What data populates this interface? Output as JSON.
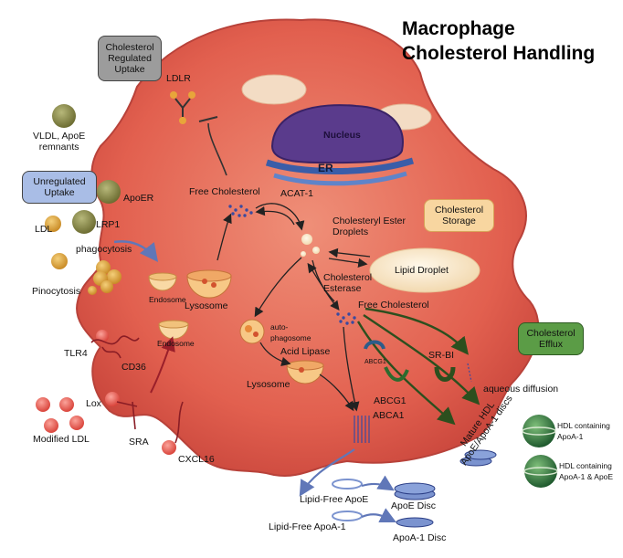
{
  "title_line1": "Macrophage",
  "title_line2": "Cholesterol Handling",
  "boxes": {
    "regulated": [
      "Cholesterol",
      "Regulated",
      "Uptake"
    ],
    "unregulated": [
      "Unregulated",
      "Uptake"
    ],
    "storage": [
      "Cholesterol",
      "Storage"
    ],
    "efflux": [
      "Cholesterol",
      "Efflux"
    ]
  },
  "colors": {
    "cell": "#d9584b",
    "cell_inner": "#e67a68",
    "nucleus": "#5c3a8a",
    "er": "#3c5fa8",
    "regulated_box": "#9c9c9c",
    "unregulated_box": "#a9bde6",
    "storage_box": "#f8d6a0",
    "efflux_box": "#5b9c46",
    "hdl": "#2f6b3c"
  },
  "labels": {
    "ldlr": "LDLR",
    "vldl": [
      "VLDL, ApoE",
      "remnants"
    ],
    "apoer": "ApoER",
    "ldl": "LDL",
    "lrp1": "LRP1",
    "phagocytosis": "phagocytosis",
    "pinocytosis": "Pinocytosis",
    "tlr4": "TLR4",
    "cd36": "CD36",
    "lox": "Lox",
    "modified_ldl": "Modified LDL",
    "sra": "SRA",
    "cxcl16": "CXCL16",
    "nucleus": "Nucleus",
    "er": "ER",
    "free_cholesterol_top": "Free Cholesterol",
    "acat1": "ACAT-1",
    "ester_droplets": [
      "Cholesteryl Ester",
      "Droplets"
    ],
    "lipid_droplet": "Lipid Droplet",
    "chol_esterase": [
      "Cholesterol",
      "Esterase"
    ],
    "free_cholesterol_mid": "Free Cholesterol",
    "endosome1": "Endosome",
    "endosome2": "Endosome",
    "lysosome1": "Lysosome",
    "autophagosome": [
      "auto-",
      "phagosome"
    ],
    "acid_lipase": "Acid Lipase",
    "lysosome2": "Lysosome",
    "abcg1_small": "ABCG1",
    "abcg1": "ABCG1",
    "abca1": "ABCA1",
    "srbi": "SR-BI",
    "aqueous": "aqueous diffusion",
    "mature_hdl": [
      "Mature HDL",
      "ApoE/ApoA-1 discs"
    ],
    "hdl_apoa1": [
      "HDL containing",
      "ApoA-1"
    ],
    "hdl_apoa1_apoe": [
      "HDL containing",
      "ApoA-1 & ApoE"
    ],
    "lipid_free_apoe": "Lipid-Free ApoE",
    "apoe_disc": "ApoE Disc",
    "lipid_free_apoa1": "Lipid-Free ApoA-1",
    "apoa1_disc": "ApoA-1 Disc"
  }
}
